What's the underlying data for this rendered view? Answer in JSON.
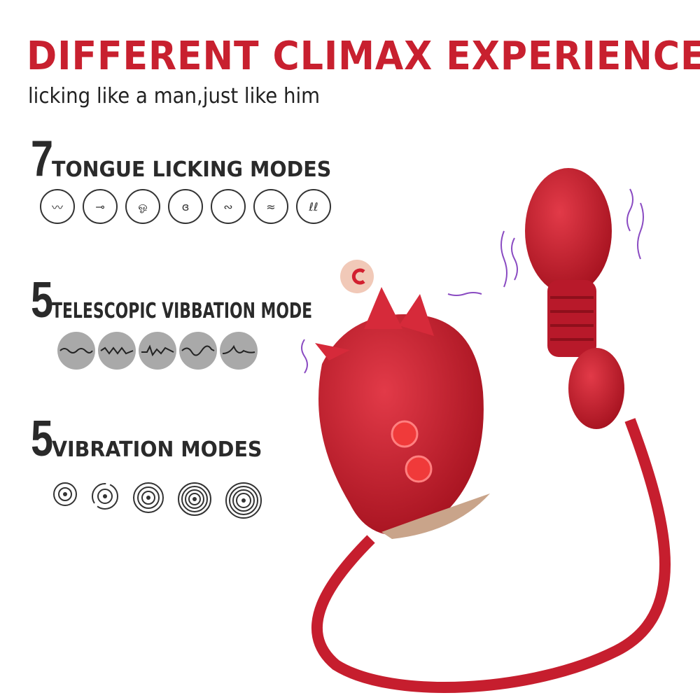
{
  "header": {
    "title": "DIFFERENT CLIMAX EXPERIENCE",
    "subtitle": "licking like a man,just like him"
  },
  "features": [
    {
      "number": "7",
      "label": "TONGUE LICKING MODES",
      "icons": [
        "wave-icon",
        "eye-wave-icon",
        "spiral-wave-icon",
        "curl-wave-icon",
        "loop-wave-icon",
        "double-wave-icon",
        "loop-spiral-icon"
      ]
    },
    {
      "number": "5",
      "label": "TELESCOPIC VIBBATION MODE",
      "icons": [
        "waveform-icon-1",
        "waveform-icon-2",
        "waveform-icon-3",
        "waveform-icon-4",
        "waveform-icon-5"
      ]
    },
    {
      "number": "5",
      "label": "VIBRATION MODES",
      "icons": [
        "concentric-rings-icon-1",
        "rotating-rings-icon",
        "concentric-rings-icon-3",
        "concentric-rings-icon-4",
        "concentric-rings-icon-5"
      ]
    }
  ],
  "colors": {
    "accent": "#c8202f",
    "text": "#2a2a2a",
    "product": "#c61e2e",
    "wave_bg": "#a9a9a9"
  }
}
